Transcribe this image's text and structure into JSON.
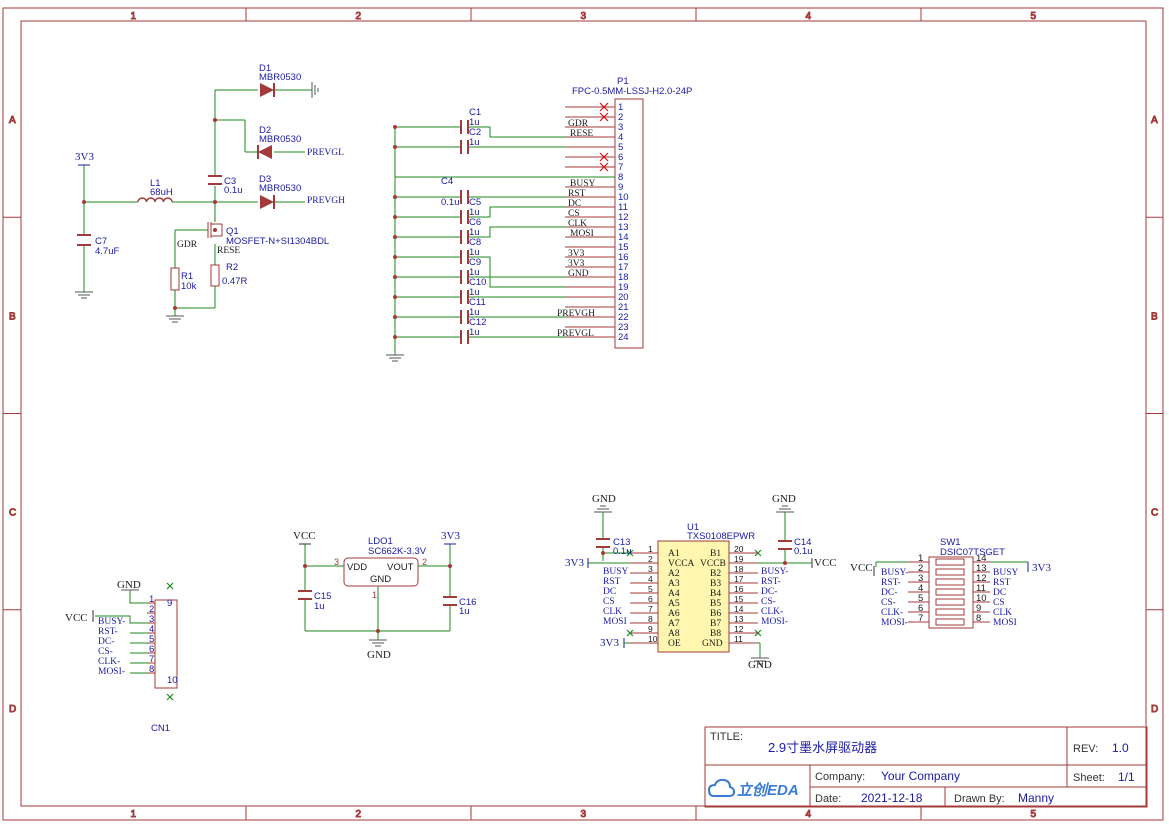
{
  "frame": {
    "col_labels": [
      "1",
      "2",
      "3",
      "4",
      "5"
    ],
    "row_labels": [
      "A",
      "B",
      "C",
      "D"
    ]
  },
  "title_block": {
    "title_label": "TITLE:",
    "title": "2.9寸墨水屏驱动器",
    "rev_label": "REV:",
    "rev": "1.0",
    "company_label": "Company:",
    "company": "Your Company",
    "sheet_label": "Sheet:",
    "sheet": "1/1",
    "date_label": "Date:",
    "date": "2021-12-18",
    "drawn_label": "Drawn By:",
    "drawn_by": "Manny",
    "logo_text": "立创EDA"
  },
  "power": {
    "d1": {
      "ref": "D1",
      "value": "MBR0530"
    },
    "d2": {
      "ref": "D2",
      "value": "MBR0530",
      "net": "PREVGL"
    },
    "d3": {
      "ref": "D3",
      "value": "MBR0530",
      "net": "PREVGH"
    },
    "c3": {
      "ref": "C3",
      "value": "0.1u"
    },
    "l1": {
      "ref": "L1",
      "value": "68uH"
    },
    "c7": {
      "ref": "C7",
      "value": "4.7uF"
    },
    "q1": {
      "ref": "Q1",
      "value": "MOSFET-N+SI1304BDL"
    },
    "r1": {
      "ref": "R1",
      "value": "10k"
    },
    "r2": {
      "ref": "R2",
      "value": "0.47R"
    },
    "net_3v3": "3V3",
    "net_gdr": "GDR",
    "net_rese": "RESE"
  },
  "fpc": {
    "ref": "P1",
    "value": "FPC-0.5MM-LSSJ-H2.0-24P",
    "pins": [
      "1",
      "2",
      "3",
      "4",
      "5",
      "6",
      "7",
      "8",
      "9",
      "10",
      "11",
      "12",
      "13",
      "14",
      "15",
      "16",
      "17",
      "18",
      "19",
      "20",
      "21",
      "22",
      "23",
      "24"
    ],
    "nets": [
      {
        "pin": 3,
        "net": "GDR"
      },
      {
        "pin": 4,
        "net": "RESE"
      },
      {
        "pin": 9,
        "net": "BUSY"
      },
      {
        "pin": 10,
        "net": "RST"
      },
      {
        "pin": 11,
        "net": "DC"
      },
      {
        "pin": 12,
        "net": "CS"
      },
      {
        "pin": 13,
        "net": "CLK"
      },
      {
        "pin": 14,
        "net": "MOSI"
      },
      {
        "pin": 16,
        "net": "3V3"
      },
      {
        "pin": 17,
        "net": "3V3"
      },
      {
        "pin": 18,
        "net": "GND"
      },
      {
        "pin": 22,
        "net": "PREVGH"
      },
      {
        "pin": 24,
        "net": "PREVGL"
      }
    ],
    "caps": [
      {
        "ref": "C1",
        "value": "1u"
      },
      {
        "ref": "C2",
        "value": "1u"
      },
      {
        "ref": "C4",
        "value": "0.1u"
      },
      {
        "ref": "C5",
        "value": "1u"
      },
      {
        "ref": "C6",
        "value": "1u"
      },
      {
        "ref": "C8",
        "value": "1u"
      },
      {
        "ref": "C9",
        "value": "1u"
      },
      {
        "ref": "C10",
        "value": "1u"
      },
      {
        "ref": "C11",
        "value": "1u"
      },
      {
        "ref": "C12",
        "value": "1u"
      }
    ]
  },
  "cn1": {
    "ref": "CN1",
    "gnd": "GND",
    "vcc": "VCC",
    "pins": [
      "1",
      "2",
      "3",
      "4",
      "5",
      "6",
      "7",
      "8",
      "9",
      "10"
    ],
    "nets": [
      "BUSY-",
      "RST-",
      "DC-",
      "CS-",
      "CLK-",
      "MOSI-"
    ]
  },
  "ldo": {
    "ref": "LDO1",
    "value": "SC662K-3.3V",
    "vdd": "VDD",
    "vout": "VOUT",
    "gnd_pin": "GND",
    "pin_in": "3",
    "pin_out": "2",
    "pin_gnd": "1",
    "net_in": "VCC",
    "net_out": "3V3",
    "net_gnd": "GND",
    "c15": {
      "ref": "C15",
      "value": "1u"
    },
    "c16": {
      "ref": "C16",
      "value": "1u"
    }
  },
  "u1": {
    "ref": "U1",
    "value": "TXS0108EPWR",
    "left_pins": [
      {
        "num": "1",
        "name": "A1"
      },
      {
        "num": "2",
        "name": "VCCA"
      },
      {
        "num": "3",
        "name": "A2"
      },
      {
        "num": "4",
        "name": "A3"
      },
      {
        "num": "5",
        "name": "A4"
      },
      {
        "num": "6",
        "name": "A5"
      },
      {
        "num": "7",
        "name": "A6"
      },
      {
        "num": "8",
        "name": "A7"
      },
      {
        "num": "9",
        "name": "A8"
      },
      {
        "num": "10",
        "name": "OE"
      }
    ],
    "right_pins": [
      {
        "num": "20",
        "name": "B1"
      },
      {
        "num": "19",
        "name": "VCCB"
      },
      {
        "num": "18",
        "name": "B2"
      },
      {
        "num": "17",
        "name": "B3"
      },
      {
        "num": "16",
        "name": "B4"
      },
      {
        "num": "15",
        "name": "B5"
      },
      {
        "num": "14",
        "name": "B6"
      },
      {
        "num": "13",
        "name": "B7"
      },
      {
        "num": "12",
        "name": "B8"
      },
      {
        "num": "11",
        "name": "GND"
      }
    ],
    "left_nets": [
      "",
      "3V3",
      "BUSY",
      "RST",
      "DC",
      "CS",
      "CLK",
      "MOSI",
      "",
      "3V3"
    ],
    "right_nets": [
      "",
      "VCC",
      "BUSY-",
      "RST-",
      "DC-",
      "CS-",
      "CLK-",
      "MOSI-",
      "",
      ""
    ],
    "c13": {
      "ref": "C13",
      "value": "0.1u"
    },
    "c14": {
      "ref": "C14",
      "value": "0.1u"
    },
    "gnd": "GND"
  },
  "sw1": {
    "ref": "SW1",
    "value": "DSIC07TSGET",
    "vcc": "VCC",
    "v3": "3V3",
    "left_pins": [
      "1",
      "2",
      "3",
      "4",
      "5",
      "6",
      "7"
    ],
    "right_pins": [
      "14",
      "13",
      "12",
      "11",
      "10",
      "9",
      "8"
    ],
    "left_nets": [
      "",
      "BUSY-",
      "RST-",
      "DC-",
      "CS-",
      "CLK-",
      "MOSI-"
    ],
    "right_nets": [
      "",
      "BUSY",
      "RST",
      "DC",
      "CS",
      "CLK",
      "MOSI"
    ]
  }
}
